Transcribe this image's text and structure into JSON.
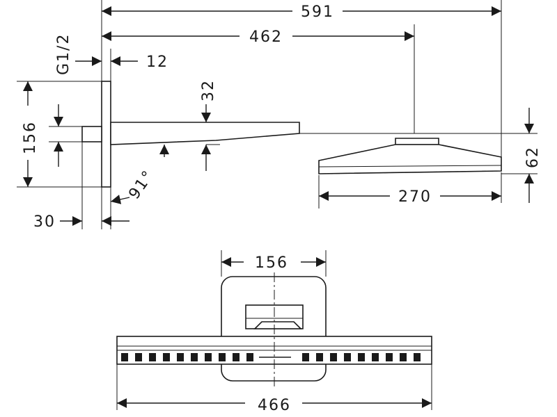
{
  "drawing": {
    "side_view": {
      "overall_length": "591",
      "arm_length": "462",
      "flange_thickness": "12",
      "thread": "G1/2",
      "arm_height": "32",
      "flange_height": "156",
      "angle": "91°",
      "inlet_offset": "30",
      "head_height": "62",
      "head_depth": "270"
    },
    "top_view": {
      "plate_width": "156",
      "head_width": "466"
    },
    "colors": {
      "line": "#1a1a1a",
      "background": "#ffffff"
    }
  }
}
